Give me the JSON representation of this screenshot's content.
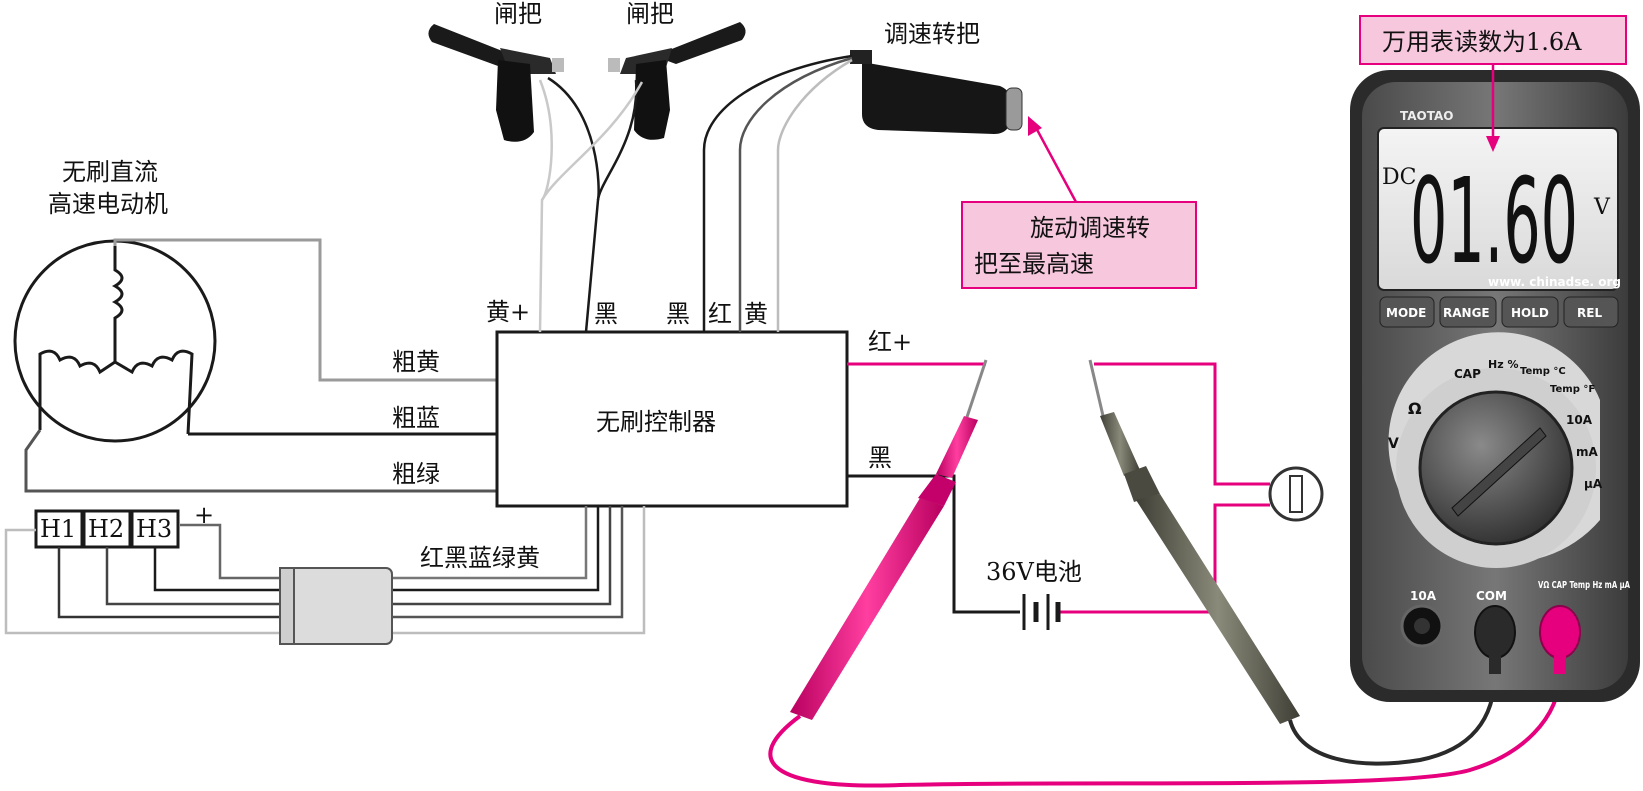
{
  "labels": {
    "brake_left": "闸把",
    "brake_right": "闸把",
    "throttle": "调速转把",
    "motor_line1": "无刷直流",
    "motor_line2": "高速电动机",
    "controller": "无刷控制器",
    "phase_yellow": "粗黄",
    "phase_blue": "粗蓝",
    "phase_green": "粗绿",
    "brake_yellow_plus": "黄+",
    "brake_black": "黑",
    "throttle_black": "黑",
    "throttle_red": "红",
    "throttle_yellow": "黄",
    "power_red_plus": "红+",
    "power_black": "黑",
    "hall_wires": "红黑蓝绿黄",
    "hall_h1": "H1",
    "hall_h2": "H2",
    "hall_h3": "H3",
    "hall_plus": "+",
    "battery": "36V电池",
    "annotation_reading": "万用表读数为1.6A",
    "annotation_throttle_line1": "旋动调速转",
    "annotation_throttle_line2": "把至最高速"
  },
  "meter": {
    "brand": "TAOTAO",
    "mode": "DC",
    "reading": "01.60",
    "unit": "V",
    "website": "www. chinadse. org",
    "buttons": [
      "MODE",
      "RANGE",
      "HOLD",
      "REL"
    ],
    "dial_labels": [
      "V",
      "Ω",
      "CAP",
      "Hz %",
      "Temp °C",
      "Temp °F",
      "10A",
      "mA",
      "μA"
    ],
    "jacks": [
      "10A",
      "COM",
      "VΩ CAP Temp Hz mA μA"
    ]
  },
  "colors": {
    "magenta": "#e6007e",
    "annotation_fill": "#f6c7dd",
    "wire_gray": "#9a9a9a",
    "wire_light": "#c9c9c9",
    "dark": "#1a1a1a"
  }
}
